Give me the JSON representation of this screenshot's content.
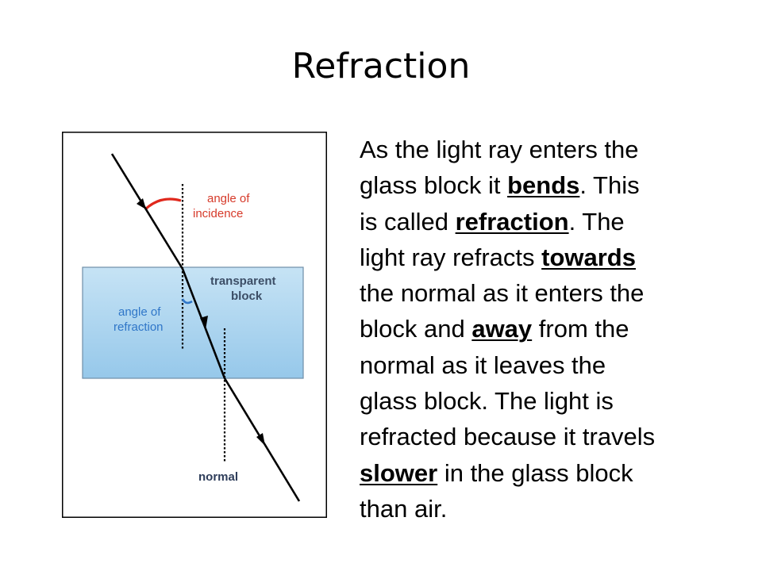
{
  "title": "Refraction",
  "diagram": {
    "label_angle_of_incidence": [
      "angle of",
      "incidence"
    ],
    "label_transparent_block": [
      "transparent",
      "block"
    ],
    "label_angle_of_refraction": [
      "angle of",
      "refraction"
    ],
    "label_normal": "normal",
    "colors": {
      "block_fill_top": "#c6e3f5",
      "block_fill_bottom": "#96c8ea",
      "block_border": "#6f8ea8",
      "incidence_label": "#d63a2a",
      "incidence_arc": "#e0281c",
      "refraction_label": "#2f76c8",
      "refraction_arc": "#2f76c8",
      "block_label": "#3c4e66",
      "normal_label": "#2e3d5a",
      "ray": "#000000"
    }
  },
  "body": {
    "lines": [
      [
        {
          "text": "As the light ray enters the",
          "em": false
        }
      ],
      [
        {
          "text": "glass block it ",
          "em": false
        },
        {
          "text": "bends",
          "em": true
        },
        {
          "text": ".  This",
          "em": false
        }
      ],
      [
        {
          "text": "is called ",
          "em": false
        },
        {
          "text": "refraction",
          "em": true
        },
        {
          "text": ".  The",
          "em": false
        }
      ],
      [
        {
          "text": "light ray refracts ",
          "em": false
        },
        {
          "text": "towards",
          "em": true
        }
      ],
      [
        {
          "text": "the normal as it enters the",
          "em": false
        }
      ],
      [
        {
          "text": "block and ",
          "em": false
        },
        {
          "text": "away",
          "em": true
        },
        {
          "text": " from the",
          "em": false
        }
      ],
      [
        {
          "text": "normal as it leaves the",
          "em": false
        }
      ],
      [
        {
          "text": "glass block.  The light is",
          "em": false
        }
      ],
      [
        {
          "text": "refracted because it travels",
          "em": false
        }
      ],
      [
        {
          "text": "slower",
          "em": true
        },
        {
          "text": " in the glass block",
          "em": false
        }
      ],
      [
        {
          "text": "than air.",
          "em": false
        }
      ]
    ]
  }
}
